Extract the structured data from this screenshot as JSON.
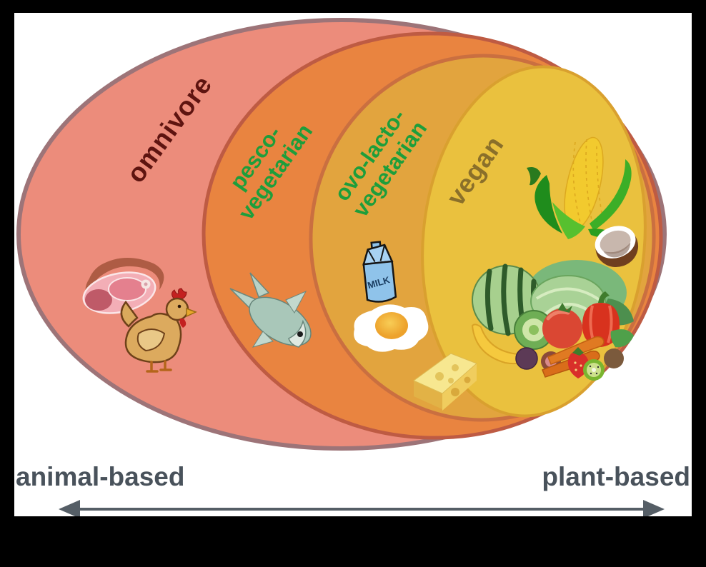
{
  "frame": {
    "background": "#000000",
    "canvas_background": "#ffffff"
  },
  "diagram": {
    "type": "nested-euler-diagram",
    "subject": "diet types from animal-based to plant-based",
    "regions": [
      {
        "id": "omnivore",
        "label": "omnivore",
        "label_color": "#5e1410",
        "fill": "#ec8c7b",
        "border": "#9d7478",
        "foods": [
          "meat",
          "chicken"
        ]
      },
      {
        "id": "pesco-vegetarian",
        "label_line1": "pesco-",
        "label_line2": "vegetarian",
        "label_color": "#1d9e3b",
        "fill": "#e98440",
        "border": "#be5b43",
        "foods": [
          "fish"
        ]
      },
      {
        "id": "ovo-lacto-vegetarian",
        "label_line1": "ovo-lacto-",
        "label_line2": "vegetarian",
        "label_color": "#1d9e3b",
        "fill": "#e2a43e",
        "border": "#ca6f40",
        "foods": [
          "milk-carton",
          "fried-egg",
          "cheese"
        ]
      },
      {
        "id": "vegan",
        "label": "vegan",
        "label_color": "#8a6f2a",
        "fill": "#eac13e",
        "border": "#d9a02f",
        "foods": [
          "corn",
          "coconut",
          "watermelon",
          "cabbage",
          "tomato",
          "bell-pepper",
          "banana",
          "carrot",
          "strawberry",
          "kiwi",
          "plum",
          "fig"
        ]
      }
    ],
    "milk_carton_text": "MILK",
    "axis": {
      "left_label": "animal-based",
      "right_label": "plant-based",
      "text_color": "#49525b",
      "arrow_color": "#555e66"
    }
  }
}
